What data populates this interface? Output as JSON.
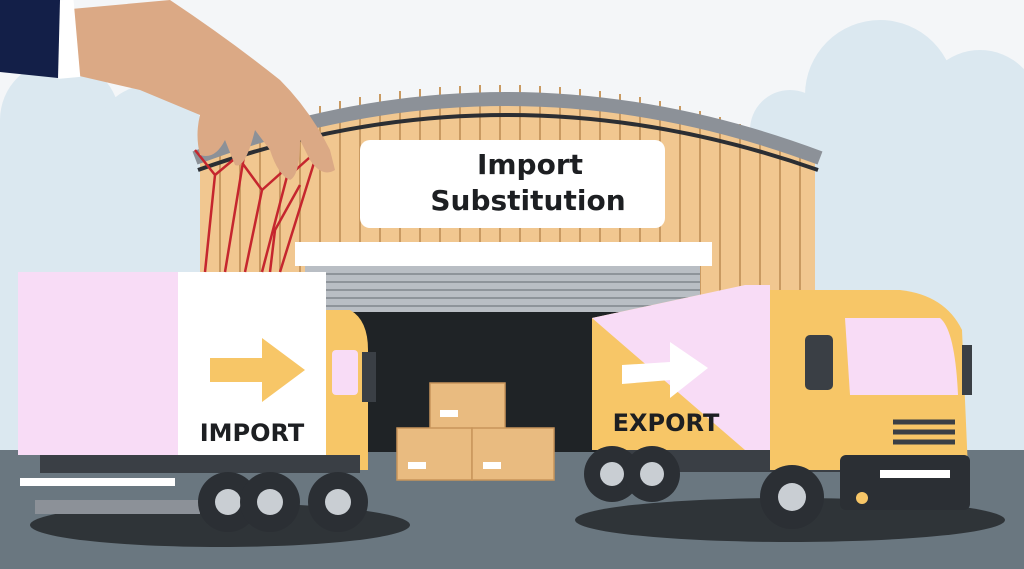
{
  "sign": {
    "line1": "Import",
    "line2": "Substitution"
  },
  "left_truck": {
    "label": "IMPORT",
    "arrow_icon": "arrow-right-icon"
  },
  "right_truck": {
    "label": "EXPORT",
    "arrow_icon": "arrow-right-icon"
  },
  "colors": {
    "sky": "#f4f6f8",
    "cloud": "#dbe8f0",
    "ground": "#6a7780",
    "warehouse_wall": "#f1c790",
    "roof": "#8c9198",
    "truck_yellow": "#f7c667",
    "container_pink": "#f8dcf6",
    "string_red": "#c5262e",
    "sleeve_navy": "#131f48",
    "skin": "#dba985"
  }
}
